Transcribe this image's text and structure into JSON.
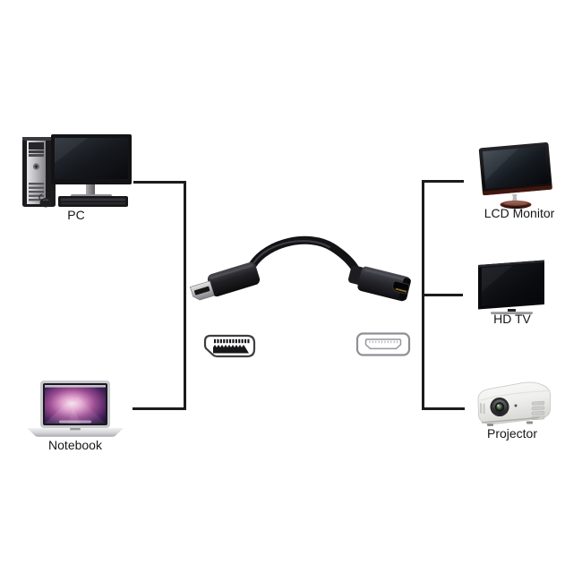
{
  "diagram": {
    "sources": [
      {
        "id": "pc",
        "label": "PC"
      },
      {
        "id": "notebook",
        "label": "Notebook"
      }
    ],
    "adapter": {
      "icon": "displayport-to-hdmi-adapter-cable",
      "connector_diagrams": [
        {
          "id": "displayport",
          "icon": "displayport-connector-diagram"
        },
        {
          "id": "hdmi",
          "icon": "hdmi-connector-diagram"
        }
      ]
    },
    "outputs": [
      {
        "id": "lcd-monitor",
        "label": "LCD Monitor"
      },
      {
        "id": "hd-tv",
        "label": "HD TV"
      },
      {
        "id": "projector",
        "label": "Projector"
      }
    ],
    "colors": {
      "background": "#ffffff",
      "connector_line": "#1c1c1c",
      "label_text": "#161616"
    }
  }
}
